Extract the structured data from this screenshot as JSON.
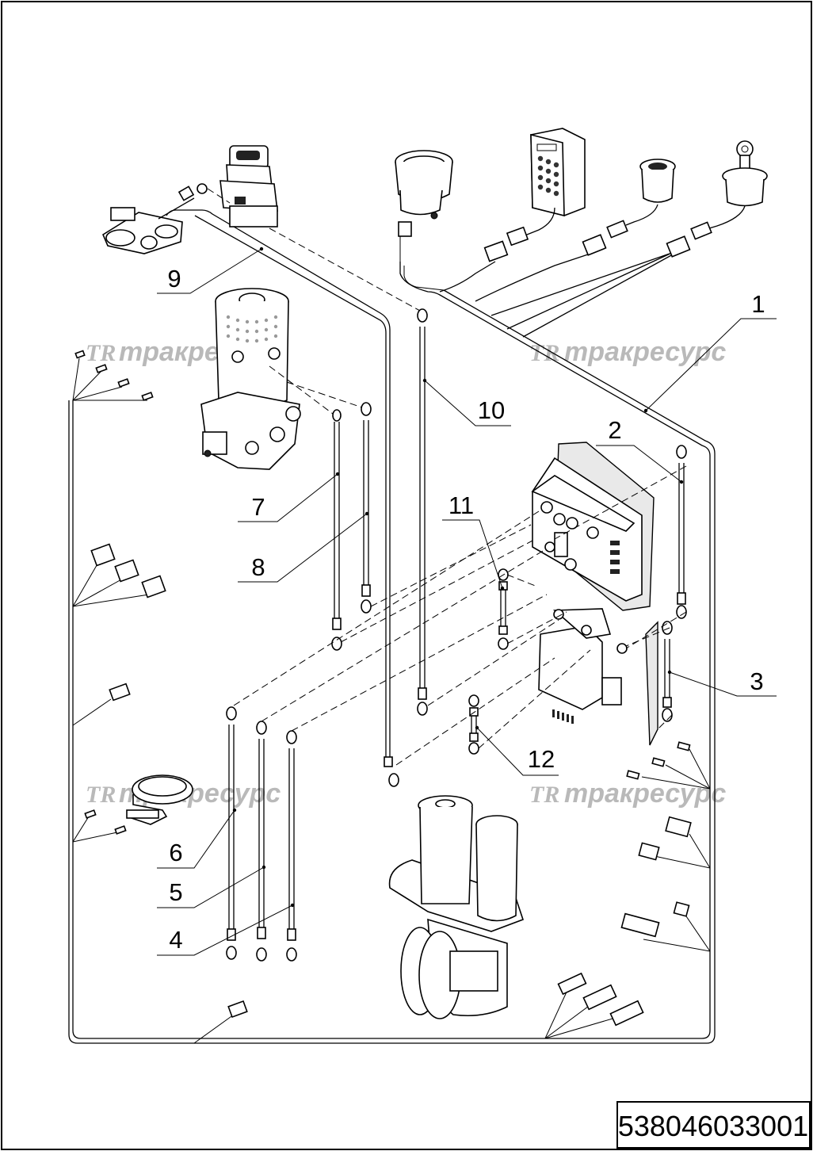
{
  "document": {
    "code": "538046033001",
    "watermarks": [
      {
        "logo": "TR",
        "text": "тракресурс"
      },
      {
        "logo": "TR",
        "text": "тракресурс"
      },
      {
        "logo": "TR",
        "text": "тракресурс"
      },
      {
        "logo": "TR",
        "text": "тракресурс"
      }
    ],
    "callouts": [
      "1",
      "2",
      "3",
      "4",
      "5",
      "6",
      "7",
      "8",
      "9",
      "10",
      "11",
      "12"
    ]
  }
}
